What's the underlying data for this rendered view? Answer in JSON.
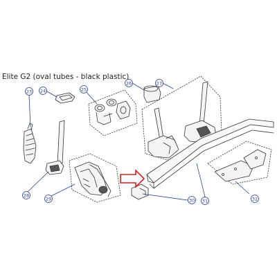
{
  "diagram": {
    "title": "Elite G2 (oval tubes - black plastic)",
    "accent_color": "#2a3d8f",
    "arrow_color": "#d02020",
    "callouts": [
      {
        "id": "c23",
        "label": "23"
      },
      {
        "id": "c24",
        "label": "24"
      },
      {
        "id": "c25",
        "label": "25"
      },
      {
        "id": "c26",
        "label": "26"
      },
      {
        "id": "c27",
        "label": "27"
      },
      {
        "id": "c28",
        "label": "28"
      },
      {
        "id": "c29",
        "label": "29"
      },
      {
        "id": "c30",
        "label": "30"
      },
      {
        "id": "c31",
        "label": "31"
      },
      {
        "id": "c32",
        "label": "32"
      }
    ]
  }
}
